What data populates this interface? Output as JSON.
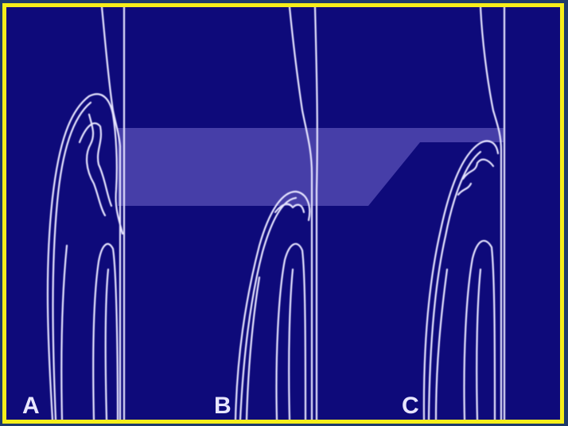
{
  "panels": [
    {
      "label": "A"
    },
    {
      "label": "B"
    },
    {
      "label": "C"
    }
  ],
  "colors": {
    "background": "#0e0a7a",
    "frame_border": "#f6ee1a",
    "outer_frame": "#1f3a6b",
    "line": "#e6e4ff",
    "band": "#8c7fe0"
  },
  "elements": {
    "band": "highlight-band",
    "teeth": [
      "tooth-a",
      "tooth-b",
      "tooth-c"
    ]
  }
}
